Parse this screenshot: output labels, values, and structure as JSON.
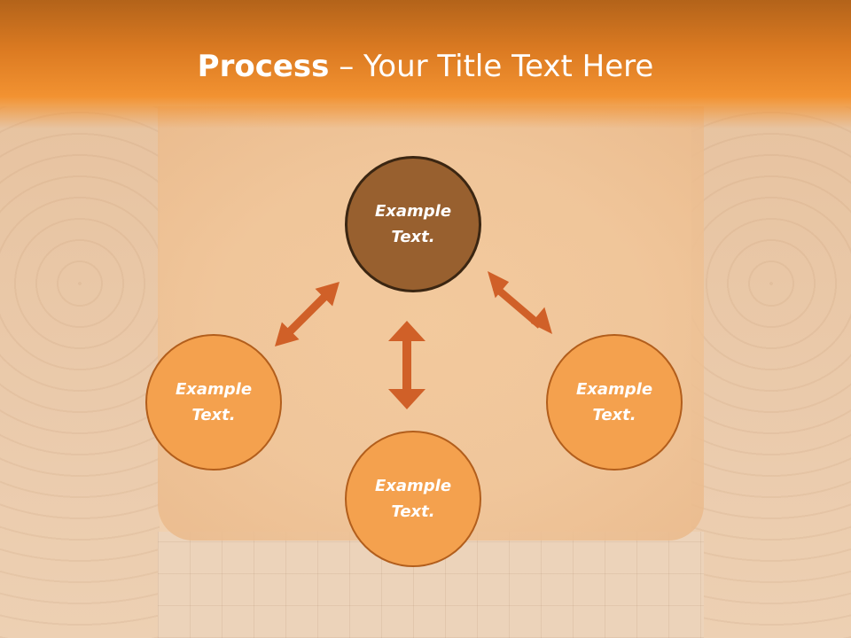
{
  "title": {
    "bold": "Process",
    "dash": " – ",
    "rest": "Your Title Text Here"
  },
  "nodes": {
    "top": {
      "line1": "Example",
      "line2": "Text."
    },
    "left": {
      "line1": "Example",
      "line2": "Text."
    },
    "right": {
      "line1": "Example",
      "line2": "Text."
    },
    "bottom": {
      "line1": "Example",
      "line2": "Text."
    }
  },
  "colors": {
    "header": "#f29231",
    "top_node": "#98602f",
    "node": "#f4a14e",
    "arrow": "#d06028"
  }
}
